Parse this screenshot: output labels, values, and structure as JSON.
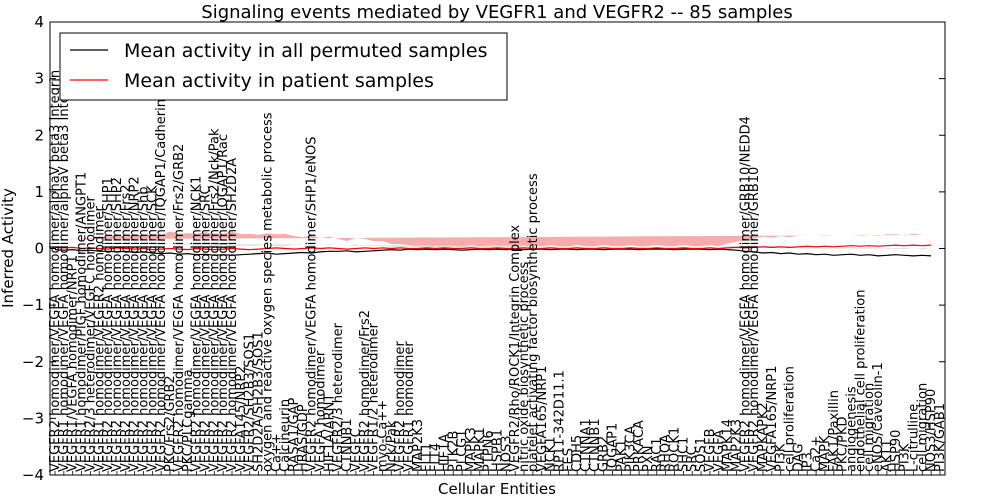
{
  "chart_data": {
    "type": "line",
    "title": "Signaling events mediated by VEGFR1 and VEGFR2 -- 85 samples",
    "xlabel": "Cellular Entities",
    "ylabel": "Inferred Activity",
    "ylim": [
      -4,
      4
    ],
    "yticks": [
      -4,
      -3,
      -2,
      -1,
      0,
      1,
      2,
      3,
      4
    ],
    "grid": false,
    "legend_position": "top-left",
    "colors": {
      "permuted": "#000000",
      "patient": "#ff0000",
      "patient_band": "#f08080",
      "permuted_band": "#c8c8c8"
    },
    "categories": [
      "VEGFR2 homodimer/VEGFA homodimer/alphaV beta3 Integrin",
      "VEGFR1 homodimer/VEGFA homodimer/alphaV beta3 Integrin",
      "VEGFR1/VEGFA homodimer/NRP1",
      "VEGFR1 homodimer/PlGF homodimer/ANGPT1",
      "VEGFR2/3 heterodimer/VEGFC homodimer",
      "VEGFR1 homodimer/VEGFR2 homodimer",
      "VEGFR2 homodimer/VEGFA homodimer/SHP1",
      "VEGFR2 homodimer/VEGFA homodimer/SHP2",
      "VEGFR2 homodimer/VEGFA homodimer/Frs2",
      "VEGFR2 homodimer/VEGFA homodimer/NRP2",
      "VEGFR2 homodimer/VEGFA homodimer/Shb",
      "VEGFR2 homodimer/VEGFA homodimer/SCK",
      "VEGFR2 homodimer/VEGFA homodimer/IQGAP1/Cadherin",
      "PKC/Frs2/GRB2",
      "VEGFR2 homodimer/VEGFA homodimer/Frs2/GRB2",
      "PKC/PLCgamma",
      "VEGFR2 homodimer/VEGFA homodimer/NCK1",
      "VEGFR2 homodimer/VEGFA homodimer/SRC",
      "VEGFR2 homodimer/VEGFA homodimer/Frs2/Nck/Pak",
      "VEGFR2 homodimer/VEGFA homodimer/IQGAP1/Rac",
      "VEGFR2 homodimer/VEGFA homodimer/SH2D2A",
      "VEGFA145/NRP2",
      "VEGFR2/SH2B3/SOS1",
      "SH2D2A/SH2B3/SOS1",
      "oxygen and reactive oxygen species metabolic process",
      "Ca++",
      "Calcineurin",
      "RASA1/GAP",
      "HRAS/GDP",
      "VEGFR2 homodimer/VEGFA homodimer/SHP1/eNOS",
      "VEGFA homodimer",
      "HIF1A/ARNT",
      "VEGFR2/3 heterodimer",
      "CTNNB1",
      "VEGFC",
      "VEGFR2 homodimer/Frs2",
      "VEGFR1/2 heterodimer",
      "myo-Ca++",
      "Nck/Pak",
      "VEGFR2 homodimer",
      "VEGFR1 homodimer",
      "MAP2K3",
      "FLT1",
      "FLT4",
      "HIF1A",
      "PTK2B",
      "PLCG1",
      "MAPK3",
      "MAPK1",
      "PTPN6",
      "HSPB1",
      "NOS3",
      "VEGFR2/Rho/ROCK1/Integrin Complex",
      "nitric oxide biosynthetic process",
      "platelet activating factor biosynthetic process",
      "VEGFA165/NRP1",
      "NCK1",
      "RP11-342D11.1",
      "FES",
      "CDH5",
      "CTNNA1",
      "CTNNB1",
      "GRB2",
      "IQGAP1",
      "PAK1",
      "PIK3CA",
      "PRKACA",
      "PXN",
      "RAC1",
      "RHOA",
      "ROCK1",
      "SHC1",
      "SRC",
      "SOS1",
      "VEGFB",
      "VEGFA",
      "MAPK14",
      "MAP2K3",
      "VEGFR2 homodimer/VEGFA homodimer/GRB10/NEDD4",
      "VEGFR2 homodimer/VEGFA homodimer/GRB10",
      "MAPKAPK2",
      "VEGFA165/NRP1",
      "PI3K",
      "cell proliferation",
      "DAG",
      "IP3",
      "Ca2+",
      "MAPK",
      "FAK1/Paxillin",
      "PKC/PKD",
      "angiogenesis",
      "endothelial cell proliferation",
      "cell migration",
      "eNOS/Caveolin-1",
      "AKT1",
      "HSP90",
      "PI3K",
      "L-citrulline",
      "cell migration",
      "NOS3/HSP90",
      "PI3K/GAB1"
    ],
    "series": [
      {
        "name": "Mean activity in all permuted samples",
        "color": "#000000",
        "values": [
          -0.02,
          -0.03,
          -0.02,
          -0.04,
          -0.03,
          -0.05,
          -0.05,
          -0.06,
          -0.05,
          -0.07,
          -0.06,
          -0.08,
          -0.09,
          -0.08,
          -0.1,
          -0.09,
          -0.11,
          -0.1,
          -0.12,
          -0.11,
          -0.12,
          -0.11,
          -0.1,
          -0.09,
          -0.08,
          -0.1,
          -0.09,
          -0.08,
          -0.07,
          -0.08,
          -0.06,
          -0.05,
          -0.05,
          -0.04,
          -0.06,
          -0.05,
          -0.04,
          -0.03,
          -0.02,
          -0.03,
          -0.01,
          -0.02,
          -0.01,
          -0.02,
          -0.01,
          -0.02,
          -0.03,
          -0.02,
          -0.01,
          -0.02,
          -0.01,
          -0.02,
          -0.01,
          -0.02,
          -0.01,
          -0.01,
          -0.02,
          -0.01,
          -0.01,
          -0.02,
          -0.01,
          -0.01,
          -0.02,
          -0.01,
          -0.01,
          -0.01,
          -0.02,
          -0.01,
          -0.01,
          -0.01,
          -0.02,
          -0.01,
          -0.01,
          -0.01,
          -0.02,
          -0.01,
          -0.02,
          -0.03,
          -0.05,
          -0.06,
          -0.08,
          -0.07,
          -0.09,
          -0.08,
          -0.1,
          -0.09,
          -0.11,
          -0.1,
          -0.12,
          -0.11,
          -0.1,
          -0.12,
          -0.11,
          -0.13,
          -0.12,
          -0.11,
          -0.12,
          -0.13,
          -0.12,
          -0.13
        ]
      },
      {
        "name": "Mean activity in patient samples",
        "color": "#ff0000",
        "values": [
          0.02,
          0.01,
          0.02,
          0.0,
          0.01,
          0.0,
          -0.01,
          0.01,
          0.0,
          -0.01,
          0.0,
          -0.02,
          -0.01,
          0.0,
          -0.01,
          -0.02,
          0.0,
          -0.01,
          -0.02,
          -0.01,
          0.0,
          -0.01,
          -0.02,
          -0.01,
          0.0,
          0.01,
          0.0,
          -0.01,
          0.0,
          0.01,
          0.0,
          0.01,
          0.0,
          -0.01,
          0.0,
          0.01,
          0.0,
          0.01,
          0.0,
          0.01,
          0.0,
          0.0,
          0.01,
          0.0,
          0.01,
          0.0,
          0.0,
          0.01,
          0.0,
          0.0,
          0.01,
          0.0,
          0.0,
          0.01,
          0.0,
          0.0,
          0.01,
          0.0,
          0.0,
          0.01,
          0.0,
          0.0,
          0.01,
          0.0,
          0.0,
          0.01,
          0.0,
          0.0,
          0.01,
          0.0,
          0.0,
          0.01,
          0.0,
          0.0,
          0.01,
          0.0,
          0.01,
          0.02,
          0.01,
          0.02,
          0.03,
          0.02,
          0.03,
          0.02,
          0.03,
          0.04,
          0.03,
          0.04,
          0.03,
          0.04,
          0.05,
          0.04,
          0.05,
          0.04,
          0.05,
          0.06,
          0.05,
          0.06,
          0.05,
          0.06
        ]
      }
    ],
    "bands": [
      {
        "name": "patient spread",
        "color": "#f08080",
        "spread": [
          0.14,
          0.16,
          0.15,
          0.18,
          0.17,
          0.2,
          0.22,
          0.24,
          0.21,
          0.26,
          0.23,
          0.28,
          0.25,
          0.3,
          0.27,
          0.29,
          0.26,
          0.3,
          0.28,
          0.27,
          0.3,
          0.26,
          0.28,
          0.25,
          0.27,
          0.24,
          0.26,
          0.23,
          0.2,
          0.22,
          0.18,
          0.2,
          0.17,
          0.14,
          0.19,
          0.16,
          0.13,
          0.12,
          0.08,
          0.07,
          0.06,
          0.05,
          0.04,
          0.05,
          0.04,
          0.05,
          0.04,
          0.05,
          0.04,
          0.05,
          0.04,
          0.05,
          0.04,
          0.04,
          0.05,
          0.04,
          0.05,
          0.04,
          0.04,
          0.05,
          0.04,
          0.04,
          0.05,
          0.04,
          0.04,
          0.05,
          0.04,
          0.04,
          0.05,
          0.04,
          0.04,
          0.05,
          0.04,
          0.04,
          0.05,
          0.04,
          0.08,
          0.1,
          0.14,
          0.16,
          0.18,
          0.17,
          0.19,
          0.18,
          0.2,
          0.19,
          0.2,
          0.18,
          0.2,
          0.19,
          0.18,
          0.2,
          0.19,
          0.18,
          0.2,
          0.19,
          0.18,
          0.2,
          0.19,
          0.18
        ]
      },
      {
        "name": "permuted spread",
        "color": "#c8c8c8",
        "spread": [
          0.12,
          0.13,
          0.12,
          0.14,
          0.13,
          0.14,
          0.15,
          0.14,
          0.15,
          0.14,
          0.15,
          0.16,
          0.15,
          0.16,
          0.15,
          0.16,
          0.15,
          0.16,
          0.15,
          0.16,
          0.15,
          0.16,
          0.15,
          0.14,
          0.15,
          0.14,
          0.13,
          0.14,
          0.13,
          0.12,
          0.13,
          0.12,
          0.11,
          0.1,
          0.11,
          0.1,
          0.09,
          0.08,
          0.06,
          0.05,
          0.04,
          0.04,
          0.03,
          0.04,
          0.03,
          0.04,
          0.03,
          0.04,
          0.03,
          0.03,
          0.04,
          0.03,
          0.03,
          0.04,
          0.03,
          0.03,
          0.04,
          0.03,
          0.03,
          0.04,
          0.03,
          0.03,
          0.04,
          0.03,
          0.03,
          0.04,
          0.03,
          0.03,
          0.04,
          0.03,
          0.03,
          0.04,
          0.03,
          0.03,
          0.04,
          0.03,
          0.06,
          0.08,
          0.1,
          0.12,
          0.13,
          0.12,
          0.13,
          0.12,
          0.13,
          0.12,
          0.13,
          0.12,
          0.13,
          0.12,
          0.13,
          0.12,
          0.13,
          0.12,
          0.13,
          0.12,
          0.13,
          0.12,
          0.13,
          0.12
        ]
      }
    ]
  }
}
